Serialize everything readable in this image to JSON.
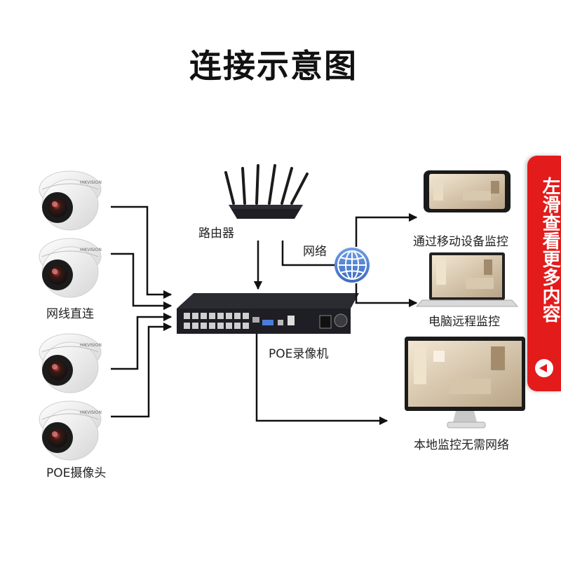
{
  "title": "连接示意图",
  "labels": {
    "router": "路由器",
    "network": "网络",
    "direct_cable": "网线直连",
    "nvr": "POE录像机",
    "poe_camera": "POE摄像头",
    "mobile": "通过移动设备监控",
    "pc": "电脑远程监控",
    "local": "本地监控无需网络"
  },
  "side_tab": {
    "text": "左滑查看更多内容"
  },
  "colors": {
    "accent_red": "#e31b1b",
    "line": "#111111",
    "globe": "#4a7fd0",
    "device_dark": "#1e1e24"
  },
  "icons": {
    "camera": "dome-camera-icon",
    "router": "router-icon",
    "nvr": "nvr-recorder-icon",
    "globe": "globe-icon",
    "phone": "smartphone-icon",
    "laptop": "laptop-icon",
    "monitor": "monitor-icon"
  }
}
